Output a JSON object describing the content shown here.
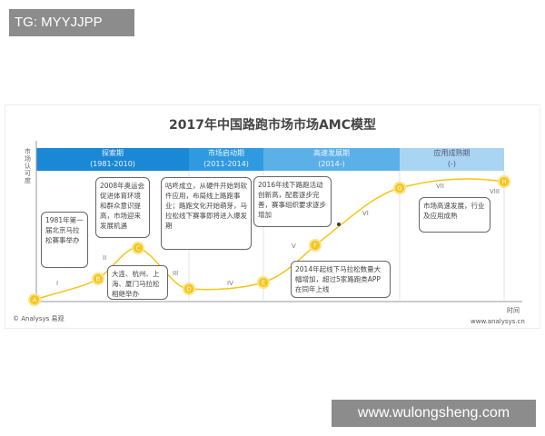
{
  "watermark_top": "TG: MYYJJPP",
  "watermark_bottom": "www.wulongsheng.com",
  "diagram": {
    "title": "2017年中国路跑市场市场AMC模型",
    "y_axis_label": "市场认可度",
    "x_axis_label": "时间",
    "phases": [
      {
        "name": "探索期",
        "period": "(1981-2010)",
        "color": "#1a88d4"
      },
      {
        "name": "市场启动期",
        "period": "(2011-2014)",
        "color": "#2f9ae0"
      },
      {
        "name": "高速发展期",
        "period": "(2014-)",
        "color": "#5cb0e8"
      },
      {
        "name": "应用成熟期",
        "period": "(-)",
        "color": "#a9d5f2"
      }
    ],
    "points": [
      "A",
      "B",
      "C",
      "D",
      "E",
      "F",
      "G",
      "H"
    ],
    "stages": [
      "I",
      "II",
      "III",
      "IV",
      "V",
      "VI",
      "VII",
      "VIII"
    ],
    "callouts": [
      "1981年第一届北京马拉松赛事举办",
      "2008年奥运会促进体育环境和群众意识提高，市场迎来发展机遇",
      "大连、杭州、上海、厦门马拉松相继举办",
      "咕咚成立，从硬件开始到软件应用，布局线上路跑事业；路跑文化开始萌芽，马拉松线下赛事即将进入爆发期",
      "2016年线下路跑活动创新高，配套逐步完善，赛事组织要求逐步增加",
      "2014年起线下马拉松数量大幅增加，超过5家路跑类APP在同年上线",
      "市场高速发展，行业及应用成熟"
    ],
    "curve_color": "#f5c518",
    "source": "© Analysys 易观",
    "website": "www.analysys.cn"
  }
}
